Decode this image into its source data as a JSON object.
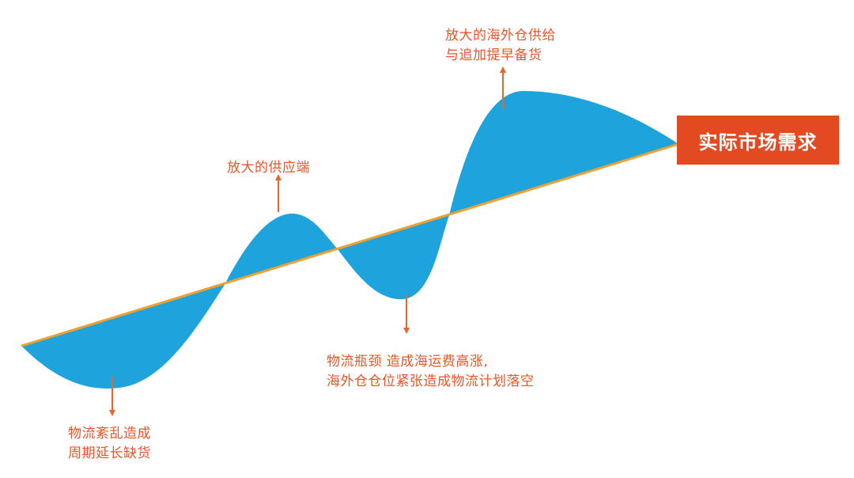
{
  "colors": {
    "wave_fill": "#1FA3DC",
    "trend_line": "#F0A030",
    "arrow": "#E8662A",
    "annotation_text": "#E8552A",
    "demand_box": "#E34A22",
    "demand_text": "#FFFFFF"
  },
  "annotations": [
    {
      "id": "note-1",
      "direction": "down",
      "lines": [
        "物流紊乱造成",
        "周期延长缺货"
      ]
    },
    {
      "id": "note-2",
      "direction": "up",
      "lines": [
        "放大的供应端"
      ]
    },
    {
      "id": "note-3",
      "direction": "down",
      "lines": [
        "物流瓶颈 造成海运费高涨,",
        "海外仓仓位紧张造成物流计划落空"
      ]
    },
    {
      "id": "note-4",
      "direction": "up",
      "lines": [
        "放大的海外仓供给",
        "与追加提早备货"
      ]
    }
  ],
  "demand_label": "实际市场需求"
}
